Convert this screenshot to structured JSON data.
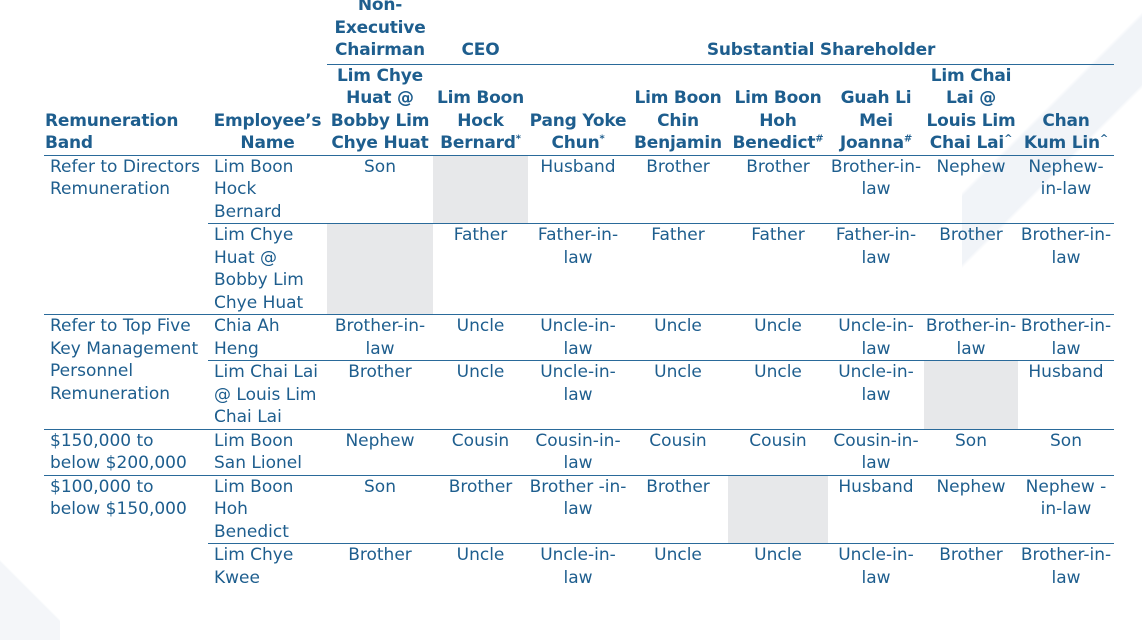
{
  "header": {
    "roles": {
      "chairman": "Non-Executive Chairman",
      "ceo": "CEO",
      "substantial": "Substantial Shareholder"
    },
    "band_label": "Remuneration Band",
    "employee_label": "Employee’s Name",
    "persons": [
      {
        "name": "Lim Chye Huat @ Bobby Lim Chye Huat",
        "mark": ""
      },
      {
        "name": "Lim Boon Hock Bernard",
        "mark": "*"
      },
      {
        "name": "Pang Yoke Chun",
        "mark": "*"
      },
      {
        "name": "Lim Boon Chin Benjamin",
        "mark": ""
      },
      {
        "name": "Lim Boon Hoh Benedict",
        "mark": "#"
      },
      {
        "name": "Guah Li Mei Joanna",
        "mark": "#"
      },
      {
        "name": "Lim Chai Lai @ Louis Lim Chai Lai",
        "mark": "^"
      },
      {
        "name": "Chan Kum Lin",
        "mark": "^"
      }
    ]
  },
  "bands": {
    "directors": "Refer to Directors Remuneration",
    "top_five": "Refer to Top Five Key Management Personnel Remuneration",
    "b150": "$150,000 to below $200,000",
    "b100": "$100,000 to below $150,000"
  },
  "rows": [
    {
      "employee": "Lim Boon Hock Bernard",
      "cells": [
        "Son",
        "",
        "Husband",
        "Brother",
        "Brother",
        "Brother-in-law",
        "Nephew",
        "Nephew-in-law"
      ]
    },
    {
      "employee": "Lim Chye Huat @ Bobby Lim Chye Huat",
      "cells": [
        "",
        "Father",
        "Father-in-law",
        "Father",
        "Father",
        "Father-in-law",
        "Brother",
        "Brother-in-law"
      ]
    },
    {
      "employee": "Chia Ah Heng",
      "cells": [
        "Brother-in-law",
        "Uncle",
        "Uncle-in-law",
        "Uncle",
        "Uncle",
        "Uncle-in-law",
        "Brother-in-law",
        "Brother-in-law"
      ]
    },
    {
      "employee": "Lim Chai Lai @ Louis Lim Chai Lai",
      "cells": [
        "Brother",
        "Uncle",
        "Uncle-in-law",
        "Uncle",
        "Uncle",
        "Uncle-in-law",
        "",
        "Husband"
      ]
    },
    {
      "employee": "Lim Boon San Lionel",
      "cells": [
        "Nephew",
        "Cousin",
        "Cousin-in-law",
        "Cousin",
        "Cousin",
        "Cousin-in-law",
        "Son",
        "Son"
      ]
    },
    {
      "employee": "Lim Boon Hoh Benedict",
      "cells": [
        "Son",
        "Brother",
        "Brother -in-law",
        "Brother",
        "",
        "Husband",
        "Nephew",
        "Nephew -in-law"
      ]
    },
    {
      "employee": "Lim Chye Kwee",
      "cells": [
        "Brother",
        "Uncle",
        "Uncle-in-law",
        "Uncle",
        "Uncle",
        "Uncle-in-law",
        "Brother",
        "Brother-in-law"
      ]
    }
  ],
  "colors": {
    "text": "#1e5e8e",
    "rule": "#2a6a9a",
    "shade": "#e7e8ea"
  }
}
